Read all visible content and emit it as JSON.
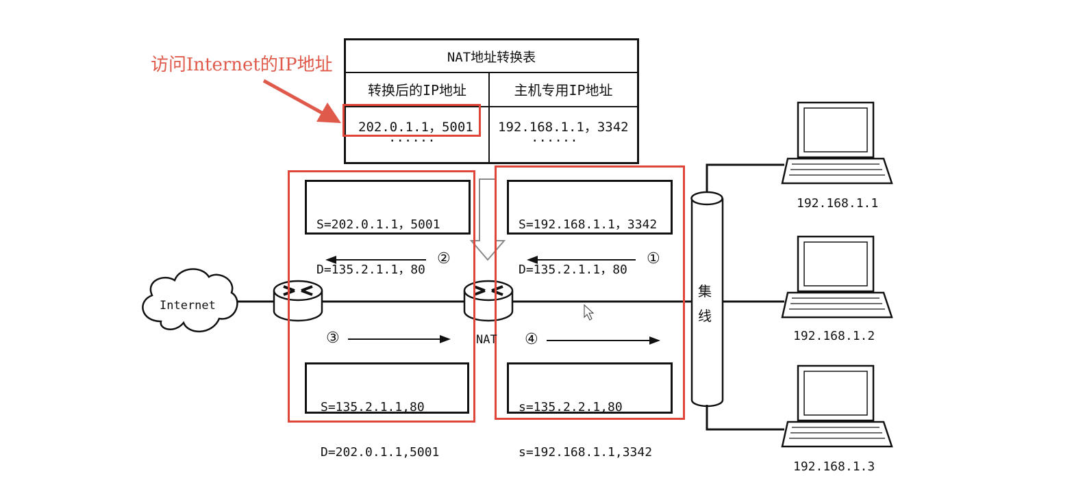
{
  "annotation": {
    "text": "访问Internet的IP地址",
    "color": "#e05a4c"
  },
  "nat_table": {
    "title": "NAT地址转换表",
    "col_translated": "转换后的IP地址",
    "col_private": "主机专用IP地址",
    "row_translated": "202.0.1.1，5001",
    "row_private": "192.168.1.1，3342",
    "ellipsis_left": "······",
    "ellipsis_right": "······"
  },
  "packets": {
    "out_public": {
      "src": "S=202.0.1.1，5001",
      "dst": "D=135.2.1.1，80"
    },
    "out_private": {
      "src": "S=192.168.1.1，3342",
      "dst": "D=135.2.1.1，80"
    },
    "in_public": {
      "src": "S=135.2.1.1,80",
      "dst": "D=202.0.1.1,5001"
    },
    "in_private": {
      "src": "s=135.2.2.1,80",
      "dst": "s=192.168.1.1,3342"
    }
  },
  "steps": {
    "s1": "①",
    "s2": "②",
    "s3": "③",
    "s4": "④"
  },
  "labels": {
    "internet": "Internet",
    "nat": "NAT",
    "hub_top": "集",
    "hub_bottom": "线"
  },
  "hosts": [
    {
      "ip": "192.168.1.1"
    },
    {
      "ip": "192.168.1.2"
    },
    {
      "ip": "192.168.1.3"
    }
  ],
  "colors": {
    "highlight": "#e0453a",
    "line": "#111111"
  }
}
